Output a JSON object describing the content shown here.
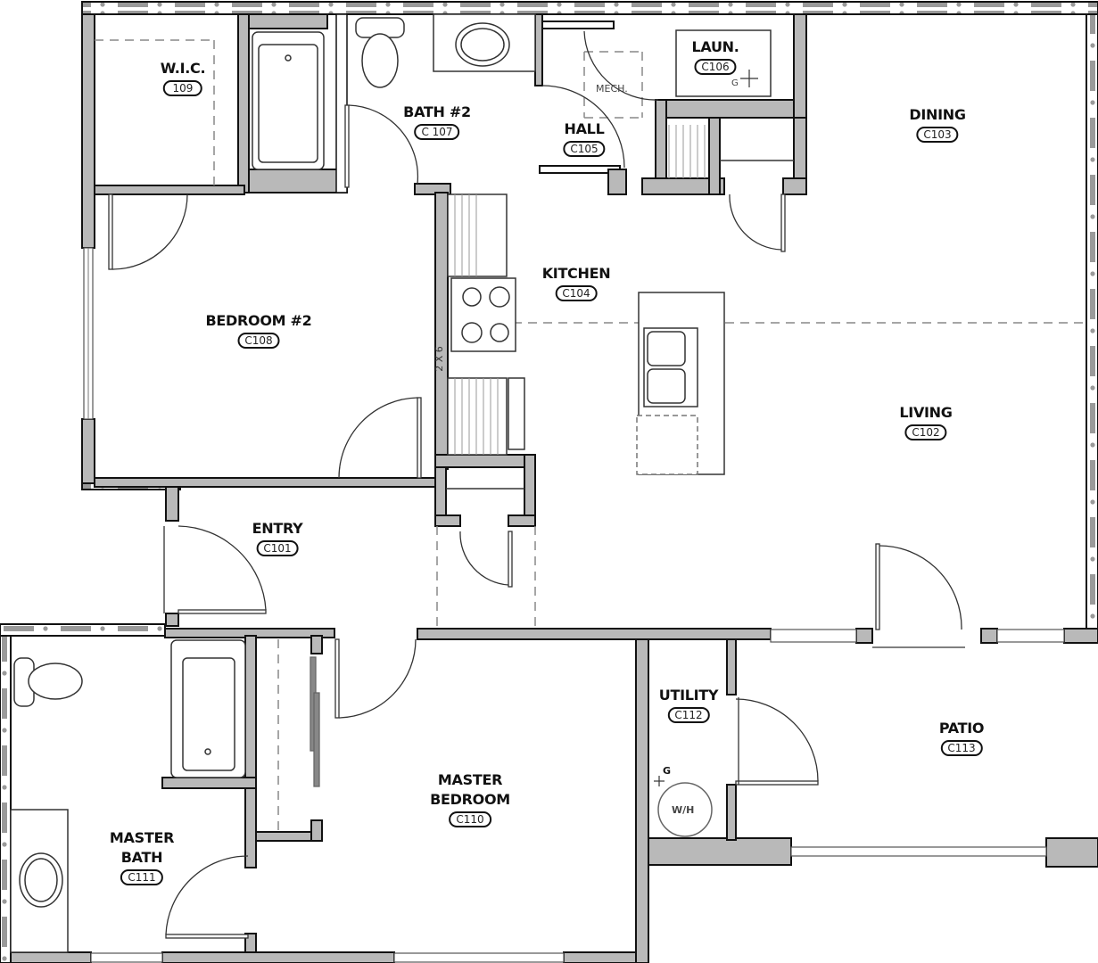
{
  "plan": {
    "type": "floor-plan",
    "colors": {
      "wall_fill": "#b9b9b9",
      "wall_stroke": "#111111",
      "line": "#333333",
      "dashed": "#888888",
      "background": "#ffffff"
    }
  },
  "rooms": {
    "wic": {
      "name": "W.I.C.",
      "tag": "109"
    },
    "bath2": {
      "name": "BATH #2",
      "tag": "C 107"
    },
    "hall": {
      "name": "HALL",
      "tag": "C105"
    },
    "laundry": {
      "name": "LAUN.",
      "tag": "C106"
    },
    "dining": {
      "name": "DINING",
      "tag": "C103"
    },
    "kitchen": {
      "name": "KITCHEN",
      "tag": "C104"
    },
    "bedroom2": {
      "name": "BEDROOM #2",
      "tag": "C108"
    },
    "living": {
      "name": "LIVING",
      "tag": "C102"
    },
    "entry": {
      "name": "ENTRY",
      "tag": "C101"
    },
    "utility": {
      "name": "UTILITY",
      "tag": "C112"
    },
    "patio": {
      "name": "PATIO",
      "tag": "C113"
    },
    "master_bedroom": {
      "name": "MASTER BEDROOM",
      "name_line1": "MASTER",
      "name_line2": "BEDROOM",
      "tag": "C110"
    },
    "master_bath": {
      "name": "MASTER BATH",
      "name_line1": "MASTER",
      "name_line2": "BATH",
      "tag": "C111"
    }
  },
  "annotations": {
    "mech": "MECH.",
    "wall_note": "2 X 6",
    "water_heater": "W/H",
    "gas_laundry": "G",
    "gas_utility": "G"
  }
}
